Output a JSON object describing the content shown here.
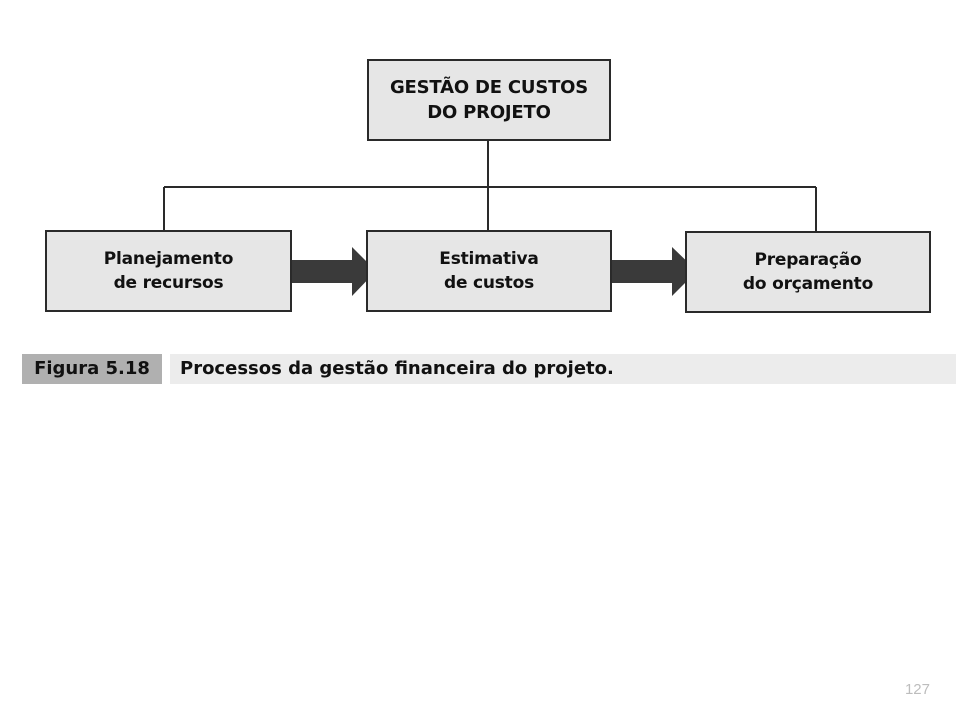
{
  "diagram": {
    "root": {
      "line1": "GESTÃO DE CUSTOS",
      "line2": "DO PROJETO"
    },
    "processes": [
      {
        "line1": "Planejamento",
        "line2": "de recursos"
      },
      {
        "line1": "Estimativa",
        "line2": "de custos"
      },
      {
        "line1": "Preparação",
        "line2": "do orçamento"
      }
    ],
    "colors": {
      "box_fill": "#e6e6e6",
      "box_border": "#2a2a2a",
      "arrow": "#3a3a3a",
      "connector": "#2a2a2a"
    }
  },
  "caption": {
    "label": "Figura 5.18",
    "text": "Processos da gestão financeira do projeto."
  },
  "page_number": "127"
}
